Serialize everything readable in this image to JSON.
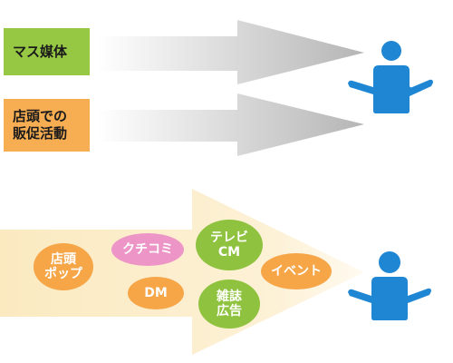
{
  "labels": {
    "mass_media": "マス媒体",
    "store_promo_line1": "店頭での",
    "store_promo_line2": "販促活動"
  },
  "bubbles": {
    "store_pop_line1": "店頭",
    "store_pop_line2": "ポップ",
    "word_of_mouth": "クチコミ",
    "dm": "DM",
    "tv_line1": "テレビ",
    "tv_line2": "CM",
    "event": "イベント",
    "magazine_line1": "雑誌",
    "magazine_line2": "広告"
  },
  "colors": {
    "green": "#8fc23f",
    "orange": "#f6a547",
    "pink": "#ec95c6",
    "person": "#1f86d4",
    "gray_arrow": "#bcbcbc",
    "cream_arrow": "#fbe9bd"
  },
  "icons": [
    "person-icon",
    "arrow-right-icon"
  ]
}
